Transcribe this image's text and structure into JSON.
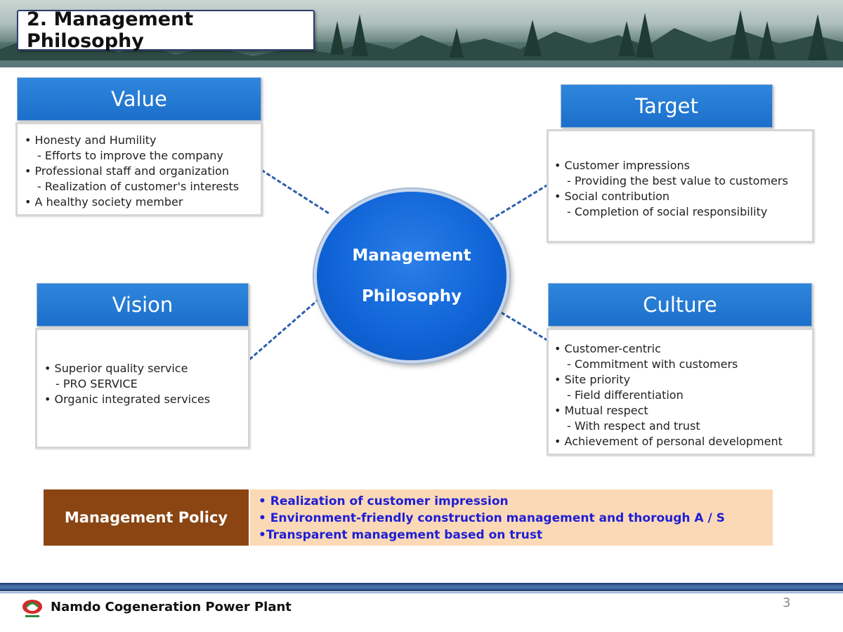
{
  "title": "2. Management Philosophy",
  "center": {
    "line1": "Management",
    "line2": "Philosophy"
  },
  "value": {
    "header": "Value",
    "lines": [
      {
        "text": "Honesty and Humility",
        "bullet": true
      },
      {
        "text": "- Efforts to improve the company",
        "bullet": false
      },
      {
        "text": "Professional staff and organization",
        "bullet": true
      },
      {
        "text": "- Realization of customer's interests",
        "bullet": false
      },
      {
        "text": "A healthy society member",
        "bullet": true
      }
    ]
  },
  "target": {
    "header": "Target",
    "lines": [
      {
        "text": "Customer impressions",
        "bullet": true
      },
      {
        "text": "- Providing the best value to customers",
        "bullet": false
      },
      {
        "text": "Social contribution",
        "bullet": true
      },
      {
        "text": "- Completion of social responsibility",
        "bullet": false
      }
    ]
  },
  "vision": {
    "header": "Vision",
    "lines": [
      {
        "text": "Superior quality service",
        "bullet": true
      },
      {
        "text": "- PRO SERVICE",
        "bullet": false
      },
      {
        "text": "Organic integrated services",
        "bullet": true
      }
    ]
  },
  "culture": {
    "header": "Culture",
    "lines": [
      {
        "text": "Customer-centric",
        "bullet": true
      },
      {
        "text": "- Commitment with customers",
        "bullet": false
      },
      {
        "text": "Site priority",
        "bullet": true
      },
      {
        "text": "- Field differentiation",
        "bullet": false
      },
      {
        "text": "Mutual respect",
        "bullet": true
      },
      {
        "text": "- With respect and trust",
        "bullet": false
      },
      {
        "text": "Achievement of personal development",
        "bullet": true
      }
    ]
  },
  "policy": {
    "label": "Management Policy",
    "items": [
      "• Realization of customer impression",
      "• Environment-friendly construction management and thorough A / S",
      "•Transparent management based on trust"
    ]
  },
  "footer": {
    "company": "Namdo Cogeneration Power Plant",
    "page": "3"
  },
  "colors": {
    "accent": "#1c6fcb",
    "policy_label": "#8a4513",
    "policy_bg": "#fbd9b6",
    "policy_text": "#1e1ed6"
  }
}
